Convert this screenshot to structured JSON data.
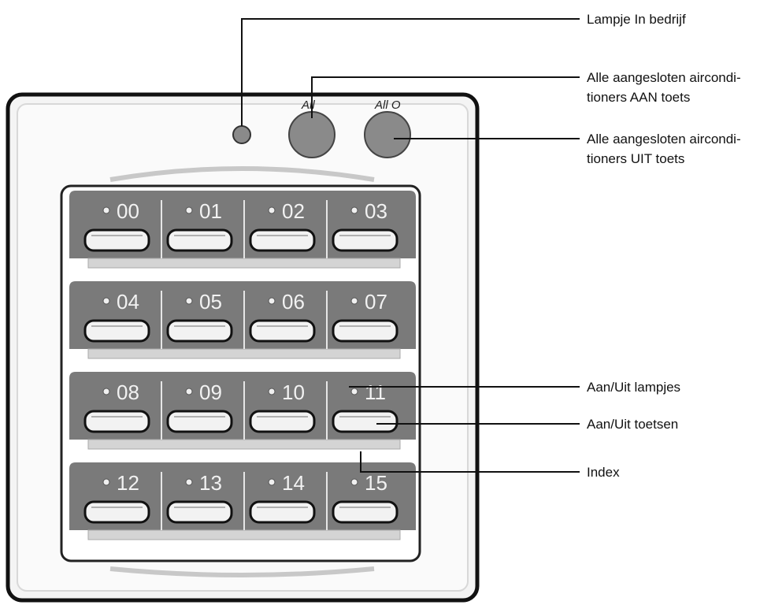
{
  "panel": {
    "all_on_label": "All",
    "all_off_label": "All O",
    "rows": [
      [
        "00",
        "01",
        "02",
        "03"
      ],
      [
        "04",
        "05",
        "06",
        "07"
      ],
      [
        "08",
        "09",
        "10",
        "11"
      ],
      [
        "12",
        "13",
        "14",
        "15"
      ]
    ],
    "colors": {
      "panel_border": "#111111",
      "panel_fill": "#f4f4f4",
      "row_band": "#7a7a7a",
      "round_button": "#8a8a8a",
      "index_strip": "#d4d4d4"
    }
  },
  "callouts": [
    {
      "id": "operation-lamp",
      "lines": [
        "Lampje In bedrijf"
      ]
    },
    {
      "id": "all-on-key",
      "lines": [
        "Alle aangesloten aircondi-",
        "tioners  AAN toets"
      ]
    },
    {
      "id": "all-off-key",
      "lines": [
        "Alle aangesloten aircondi-",
        "tioners  UIT toets"
      ]
    },
    {
      "id": "onoff-lamps",
      "lines": [
        "Aan/Uit lampjes"
      ]
    },
    {
      "id": "onoff-keys",
      "lines": [
        "Aan/Uit toetsen"
      ]
    },
    {
      "id": "index",
      "lines": [
        "Index"
      ]
    }
  ]
}
